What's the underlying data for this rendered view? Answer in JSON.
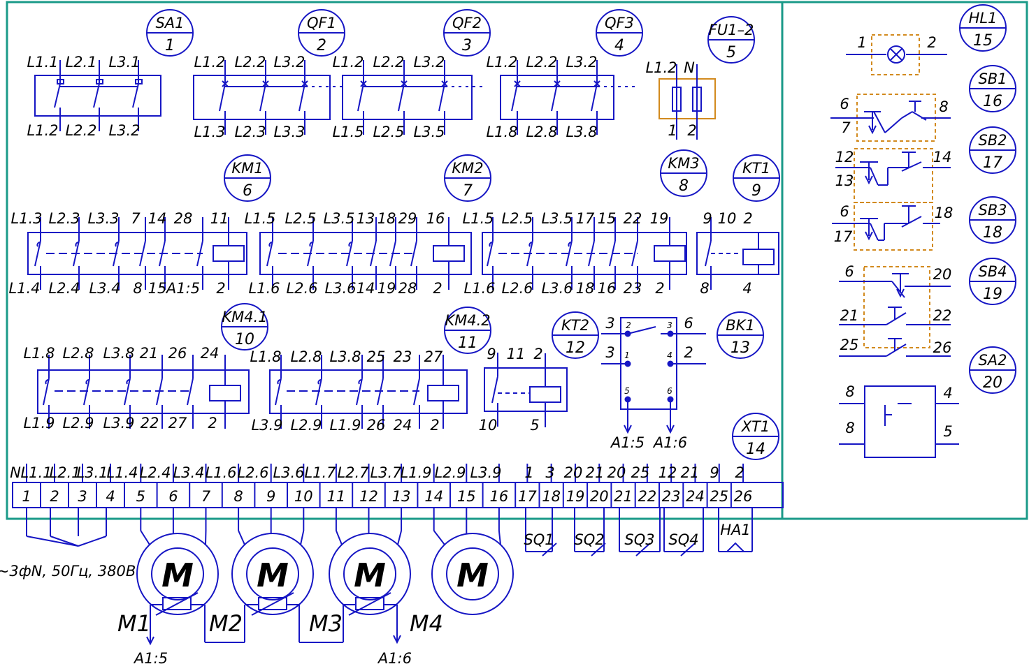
{
  "colors": {
    "frame": "#1a9a88",
    "line": "#1616c4",
    "dash_box": "#d28a1e",
    "text": "#000000"
  },
  "positions": [
    {
      "ref": "SA1",
      "num": "1"
    },
    {
      "ref": "QF1",
      "num": "2"
    },
    {
      "ref": "QF2",
      "num": "3"
    },
    {
      "ref": "QF3",
      "num": "4"
    },
    {
      "ref": "FU1–2",
      "num": "5"
    },
    {
      "ref": "KM1",
      "num": "6"
    },
    {
      "ref": "KM2",
      "num": "7"
    },
    {
      "ref": "KM3",
      "num": "8"
    },
    {
      "ref": "KT1",
      "num": "9"
    },
    {
      "ref": "KM4.1",
      "num": "10"
    },
    {
      "ref": "KM4.2",
      "num": "11"
    },
    {
      "ref": "KT2",
      "num": "12"
    },
    {
      "ref": "BK1",
      "num": "13"
    },
    {
      "ref": "XT1",
      "num": "14"
    },
    {
      "ref": "HL1",
      "num": "15"
    },
    {
      "ref": "SB1",
      "num": "16"
    },
    {
      "ref": "SB2",
      "num": "17"
    },
    {
      "ref": "SB3",
      "num": "18"
    },
    {
      "ref": "SB4",
      "num": "19"
    },
    {
      "ref": "SA2",
      "num": "20"
    }
  ],
  "labels": {
    "sa1_top": [
      "L1.1",
      "L2.1",
      "L3.1"
    ],
    "sa1_bot": [
      "L1.2",
      "L2.2",
      "L3.2"
    ],
    "qf1_top": [
      "L1.2",
      "L2.2",
      "L3.2"
    ],
    "qf1_bot": [
      "L1.3",
      "L2.3",
      "L3.3"
    ],
    "qf2_top": [
      "L1.2",
      "L2.2",
      "L3.2"
    ],
    "qf2_bot": [
      "L1.5",
      "L2.5",
      "L3.5"
    ],
    "qf3_top": [
      "L1.2",
      "L2.2",
      "L3.2"
    ],
    "qf3_bot": [
      "L1.8",
      "L2.8",
      "L3.8"
    ],
    "fu_top": [
      "L1.2",
      "N"
    ],
    "fu_bot": [
      "1",
      "2"
    ],
    "km1_top": [
      "L1.3",
      "L2.3",
      "L3.3",
      "7",
      "14",
      "28",
      "11"
    ],
    "km1_bot": [
      "L1.4",
      "L2.4",
      "L3.4",
      "8",
      "15",
      "A1:5",
      "2"
    ],
    "km2_top": [
      "L1.5",
      "L2.5",
      "L3.5",
      "13",
      "18",
      "29",
      "16"
    ],
    "km2_bot": [
      "L1.6",
      "L2.6",
      "L3.6",
      "14",
      "19",
      "28",
      "2"
    ],
    "km3_top": [
      "L1.5",
      "L2.5",
      "L3.5",
      "17",
      "15",
      "22",
      "19"
    ],
    "km3_bot": [
      "L1.6",
      "L2.6",
      "L3.6",
      "18",
      "16",
      "23",
      "2"
    ],
    "kt1_top": [
      "9",
      "10",
      "2"
    ],
    "kt1_bot": [
      "8",
      "4"
    ],
    "km41_top": [
      "L1.8",
      "L2.8",
      "L3.8",
      "21",
      "26",
      "24"
    ],
    "km41_bot": [
      "L1.9",
      "L2.9",
      "L3.9",
      "22",
      "27",
      "2"
    ],
    "km42_top": [
      "L1.8",
      "L2.8",
      "L3.8",
      "25",
      "23",
      "27"
    ],
    "km42_bot": [
      "L3.9",
      "L2.9",
      "L1.9",
      "26",
      "24",
      "2"
    ],
    "kt2_top": [
      "9",
      "11",
      "2"
    ],
    "kt2_bot": [
      "10",
      "5"
    ],
    "bk1_left": [
      "3",
      "3"
    ],
    "bk1_right": [
      "6",
      "2"
    ],
    "bk1_pins": [
      "2",
      "3",
      "1",
      "4",
      "5",
      "6"
    ],
    "bk1_out": [
      "A1:5",
      "A1:6"
    ],
    "hl1": [
      "1",
      "2"
    ],
    "sb1": [
      "6",
      "7",
      "8"
    ],
    "sb2": [
      "12",
      "13",
      "14"
    ],
    "sb3": [
      "6",
      "17",
      "18"
    ],
    "sb4": [
      "6",
      "20",
      "21",
      "22",
      "25",
      "26"
    ],
    "sa2": [
      "8",
      "8",
      "4",
      "5"
    ],
    "xt1_top": [
      "N",
      "L1.1",
      "L2.1",
      "L3.1",
      "L1.4",
      "L2.4",
      "L3.4",
      "L1.6",
      "L2.6",
      "L3.6",
      "L1.7",
      "L2.7",
      "L3.7",
      "L1.9",
      "L2.9",
      "L3.9",
      "1",
      "3",
      "20",
      "21",
      "20",
      "25",
      "12",
      "21",
      "9",
      "2"
    ],
    "xt1_nums": [
      "1",
      "2",
      "3",
      "4",
      "5",
      "6",
      "7",
      "8",
      "9",
      "10",
      "11",
      "12",
      "13",
      "14",
      "15",
      "16",
      "17",
      "18",
      "19",
      "20",
      "21",
      "22",
      "23",
      "24",
      "25",
      "26"
    ],
    "sq": [
      "SQ1",
      "SQ2",
      "SQ3",
      "SQ4"
    ],
    "ha1": "HA1",
    "supply": "~3фN, 50Гц, 380В",
    "motor_symbol": "M",
    "motors": [
      "M1",
      "M2",
      "M3",
      "M4"
    ],
    "motor_out": [
      "A1:5",
      "A1:6"
    ]
  }
}
